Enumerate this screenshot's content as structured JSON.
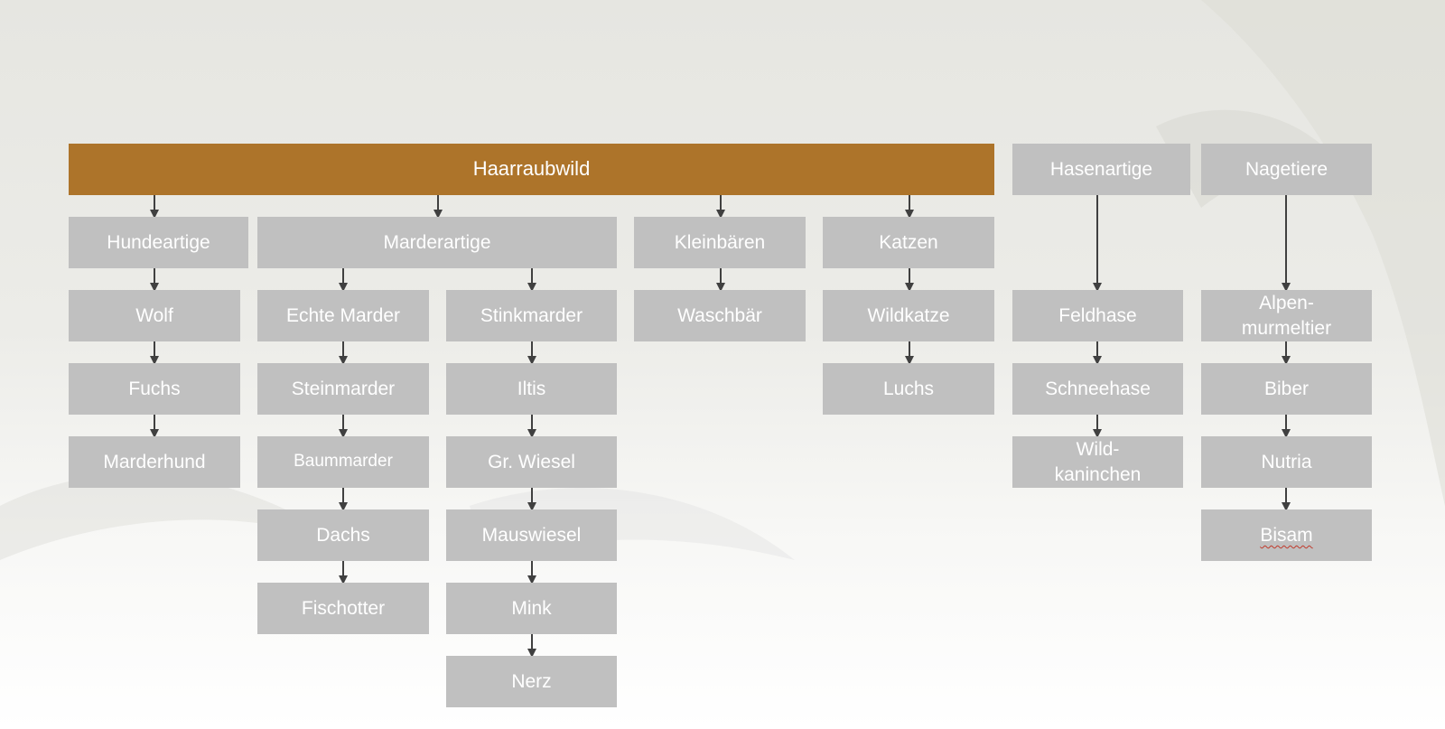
{
  "diagram": {
    "colors": {
      "root": "#ad742a",
      "node": "#c0c0c0",
      "text": "#ffffff",
      "connector": "#404040"
    },
    "nodes": {
      "haarraubwild": "Haarraubwild",
      "hasenartige": "Hasenartige",
      "nagetiere": "Nagetiere",
      "hundeartige": "Hundeartige",
      "marderartige": "Marderartige",
      "kleinbaeren": "Kleinbären",
      "katzen": "Katzen",
      "wolf": "Wolf",
      "fuchs": "Fuchs",
      "marderhund": "Marderhund",
      "echte_marder": "Echte Marder",
      "steinmarder": "Steinmarder",
      "baummarder": "Baummarder",
      "dachs": "Dachs",
      "fischotter": "Fischotter",
      "stinkmarder": "Stinkmarder",
      "iltis": "Iltis",
      "gr_wiesel": "Gr. Wiesel",
      "mauswiesel": "Mauswiesel",
      "mink": "Mink",
      "nerz": "Nerz",
      "waschbaer": "Waschbär",
      "wildkatze": "Wildkatze",
      "luchs": "Luchs",
      "feldhase": "Feldhase",
      "schneehase": "Schneehase",
      "wildkaninchen_1": "Wild-",
      "wildkaninchen_2": "kaninchen",
      "alpenmurmeltier_1": "Alpen-",
      "alpenmurmeltier_2": "murmeltier",
      "biber": "Biber",
      "nutria": "Nutria",
      "bisam": "Bisam"
    }
  }
}
